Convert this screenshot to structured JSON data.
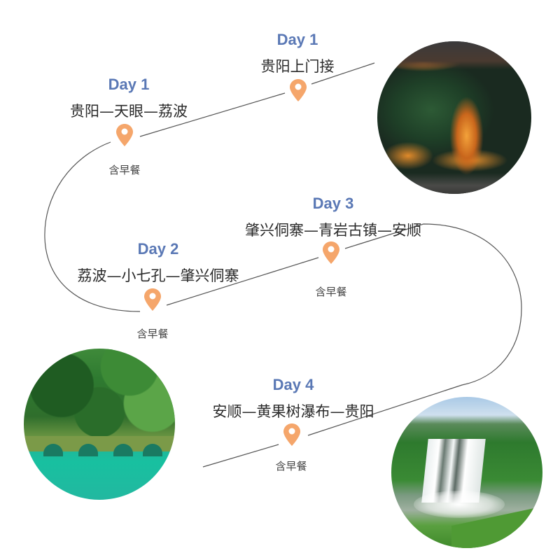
{
  "colors": {
    "day_label": "#5a78b5",
    "pin": "#f5a66b",
    "route_line": "#555555",
    "title_text": "#2a2a2a",
    "meal_text": "#444444"
  },
  "stops": [
    {
      "day": "Day 1",
      "title": "贵阳上门接",
      "icon": "map-pin-icon"
    },
    {
      "day": "Day 1",
      "title": "贵阳—天眼—荔波",
      "icon": "map-pin-icon",
      "meal": "含早餐"
    },
    {
      "day": "Day 2",
      "title": "荔波—小七孔—肇兴侗寨",
      "icon": "map-pin-icon",
      "meal": "含早餐"
    },
    {
      "day": "Day 3",
      "title": "肇兴侗寨—青岩古镇—安顺",
      "icon": "map-pin-icon",
      "meal": "含早餐"
    },
    {
      "day": "Day 4",
      "title": "安顺—黄果树瀑布—贵阳",
      "icon": "map-pin-icon",
      "meal": "含早餐"
    }
  ],
  "photos": [
    {
      "subject": "Zhaoxing Dong village drum tower at night"
    },
    {
      "subject": "Xiaoqikong stone bridge over turquoise water"
    },
    {
      "subject": "Huangguoshu waterfall with rainbow"
    }
  ]
}
